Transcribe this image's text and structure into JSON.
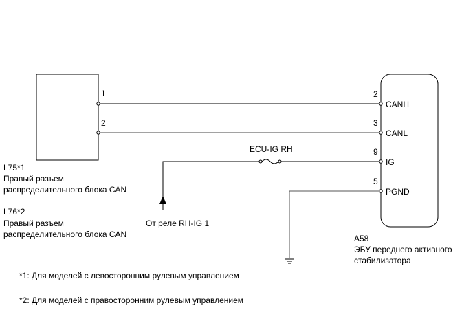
{
  "left_connector": {
    "label1": "L75*1",
    "label1_desc_line1": "Правый разъем",
    "label1_desc_line2": "распределительного блока CAN",
    "label2": "L76*2",
    "label2_desc_line1": "Правый разъем",
    "label2_desc_line2": "распределительного блока CAN",
    "pins": [
      "1",
      "2"
    ]
  },
  "ecu": {
    "code": "A58",
    "name_line1": "ЭБУ переднего активного",
    "name_line2": "стабилизатора",
    "pins": [
      {
        "num": "2",
        "name": "CANH"
      },
      {
        "num": "3",
        "name": "CANL"
      },
      {
        "num": "9",
        "name": "IG"
      },
      {
        "num": "5",
        "name": "PGND"
      }
    ]
  },
  "fuse_label": "ECU-IG RH",
  "relay_source": "От реле RH-IG 1",
  "footnotes": [
    "*1: Для моделей с левосторонним рулевым управлением",
    "*2: Для моделей с правосторонним рулевым управлением"
  ]
}
